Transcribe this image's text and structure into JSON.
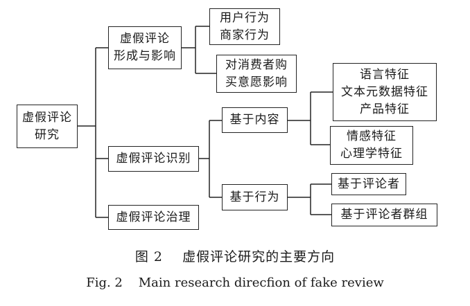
{
  "nodes": {
    "root": "虚假评论\n研究",
    "formation": "虚假评论\n形成与影响",
    "user_merchant": "用户行为\n商家行为",
    "consumer": "对消费者购\n买意愿影响",
    "identification": "虚假评论识别",
    "content": "基于内容",
    "text_features": "语言特征\n文本元数据特征\n产品特征",
    "emotion_features": "情感特征\n心理学特征",
    "behavior": "基于行为",
    "reviewer": "基于评论者",
    "reviewer_group": "基于评论者群组",
    "governance": "虚假评论治理"
  },
  "caption": {
    "zh": "图 2    虚假评论研究的主要方向",
    "en": "Fig. 2    Main research direcfion of fake review"
  },
  "colors": {
    "line": "#222222",
    "text": "#1a1a1a",
    "background": "#ffffff"
  }
}
